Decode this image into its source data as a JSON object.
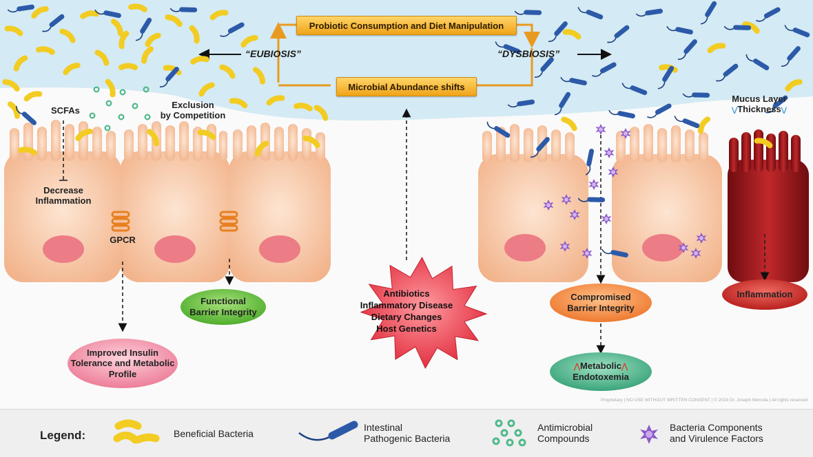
{
  "top": {
    "banner_top": "Probiotic Consumption and Diet Manipulation",
    "banner_bottom": "Microbial Abundance shifts",
    "eubiosis": "“EUBIOSIS”",
    "dysbiosis": "“DYSBIOSIS”"
  },
  "left": {
    "scfas": "SCFAs",
    "exclusion": "Exclusion\nby Competition",
    "decrease_inflammation": "Decrease\nInflammation",
    "gpcr": "GPCR",
    "functional_barrier": "Functional\nBarrier Integrity",
    "insulin": "Improved Insulin\nTolerance and Metabolic\nProfile"
  },
  "center": {
    "factors": [
      "Antibiotics",
      "Inflammatory Disease",
      "Dietary Changes",
      "Host Genetics"
    ]
  },
  "right": {
    "mucus_line1": "Mucus Layer",
    "mucus_line2": "Thickness",
    "compromised": "Compromised\nBarrier Integrity",
    "metabolic_line1": "Metabolic",
    "metabolic_line2": "Endotoxemia",
    "inflammation": "Inflammation"
  },
  "footer": "Proprietary | NO USE WITHOUT WRITTEN CONSENT | © 2024 Dr. Joseph Mercola | All rights reserved",
  "legend": {
    "title": "Legend:",
    "beneficial": "Beneficial Bacteria",
    "pathogenic": "Intestinal\nPathogenic Bacteria",
    "antimicrobial": "Antimicrobial\nCompounds",
    "components": "Bacteria Components\nand Virulence Factors"
  },
  "colors": {
    "lumen": "#d4eaf4",
    "cell": "#f8c4a0",
    "nucleus": "#ec7c86",
    "beneficial": "#f2cc22",
    "pathogen": "#2c5aa8",
    "antimicrobial": "#4fb98a",
    "virulence": "#8c5cc6",
    "banner": "#f2b02c",
    "green_oval": "#6cc344",
    "pink_oval": "#f28ea3",
    "red_star": "#e8404a",
    "orange_oval": "#f08a42",
    "teal_oval": "#47b38c",
    "dark_red": "#a2161c"
  }
}
